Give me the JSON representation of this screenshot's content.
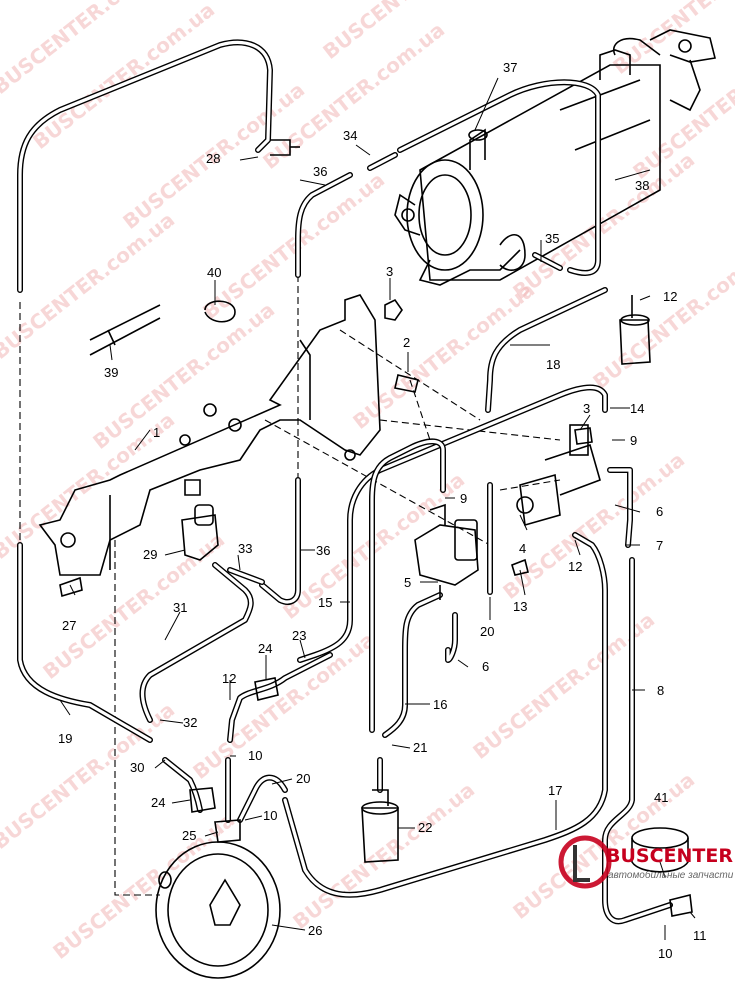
{
  "watermark": "BUSCENTER.com.ua",
  "logo": {
    "name": "BUSCENTER",
    "tagline": "автомобильные запчасти"
  },
  "colors": {
    "watermark": "#f2b8b8",
    "logo_red": "#c6001e",
    "line": "#000000"
  },
  "callouts": {
    "c1": "1",
    "c2": "2",
    "c3a": "3",
    "c3b": "3",
    "c4": "4",
    "c5": "5",
    "c6a": "6",
    "c6b": "6",
    "c7": "7",
    "c8": "8",
    "c9a": "9",
    "c9b": "9",
    "c10a": "10",
    "c10b": "10",
    "c10c": "10",
    "c11": "11",
    "c12a": "12",
    "c12b": "12",
    "c12c": "12",
    "c13": "13",
    "c14": "14",
    "c15": "15",
    "c16": "16",
    "c17": "17",
    "c18": "18",
    "c19": "19",
    "c20a": "20",
    "c20b": "20",
    "c21": "21",
    "c22": "22",
    "c23": "23",
    "c24a": "24",
    "c24b": "24",
    "c25": "25",
    "c26": "26",
    "c27": "27",
    "c28": "28",
    "c29": "29",
    "c30": "30",
    "c31": "31",
    "c32": "32",
    "c33": "33",
    "c34": "34",
    "c35": "35",
    "c36a": "36",
    "c36b": "36",
    "c37": "37",
    "c38": "38",
    "c39": "39",
    "c40": "40",
    "c41": "41"
  }
}
